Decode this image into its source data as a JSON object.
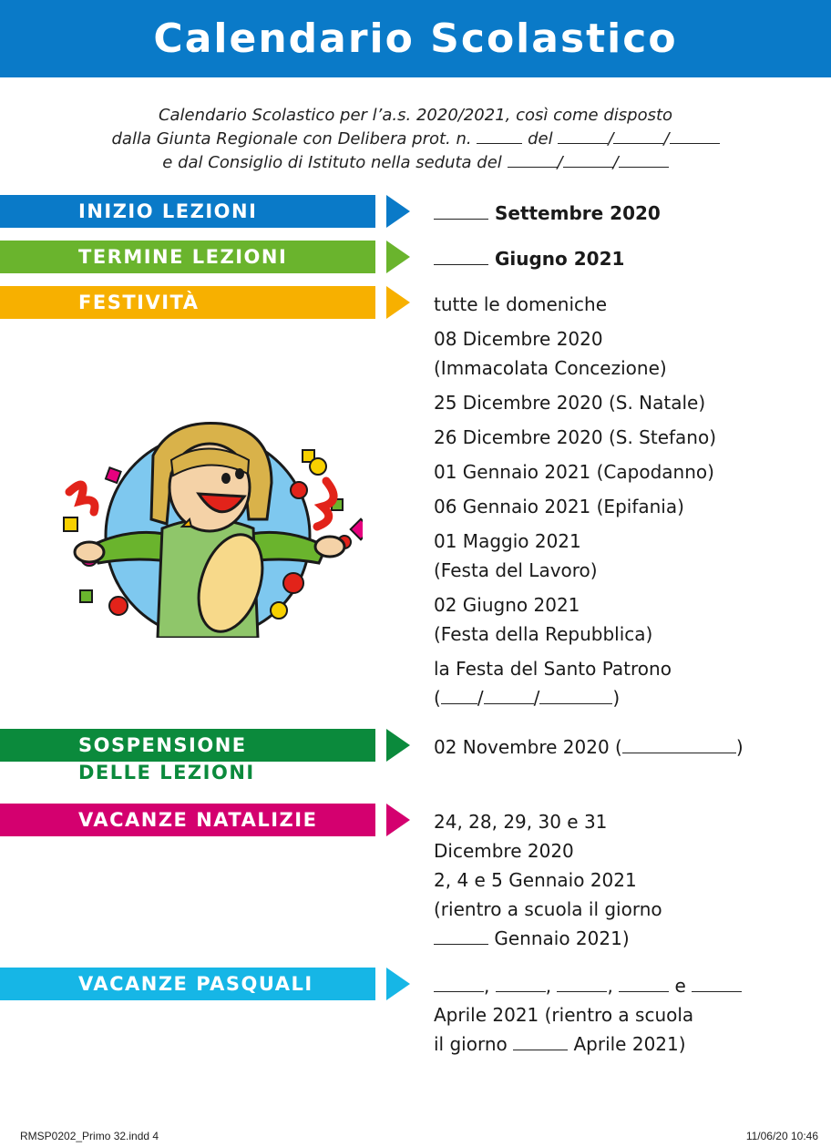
{
  "header": {
    "title": "Calendario Scolastico"
  },
  "intro": {
    "line1": "Calendario Scolastico per l’a.s. 2020/2021, così come disposto",
    "line2a": "dalla Giunta Regionale con Delibera prot. n.",
    "line2b": "del",
    "line3": "e dal Consiglio di Istituto nella seduta del",
    "slash": "/"
  },
  "sections": {
    "inizio": {
      "label": "INIZIO LEZIONI",
      "value": "Settembre 2020",
      "color": "#0a7ac8"
    },
    "termine": {
      "label": "TERMINE LEZIONI",
      "value": "Giugno 2021",
      "color": "#6ab42d"
    },
    "festivita": {
      "label": "FESTIVITÀ",
      "color": "#f7b000",
      "items": [
        "tutte le domeniche",
        "08 Dicembre 2020",
        "(Immacolata Concezione)",
        "25 Dicembre 2020 (S. Natale)",
        "26 Dicembre 2020 (S. Stefano)",
        "01 Gennaio 2021 (Capodanno)",
        "06 Gennaio 2021 (Epifania)",
        "01 Maggio 2021",
        "(Festa del Lavoro)",
        "02 Giugno 2021",
        "(Festa della Repubblica)",
        "la Festa del Santo Patrono"
      ],
      "open_paren": "(",
      "close_paren": ")"
    },
    "sospensione": {
      "label": "SOSPENSIONE",
      "label2": "DELLE LEZIONI",
      "color": "#0b8a3c",
      "value": "02 Novembre 2020 (",
      "close": ")"
    },
    "natalizie": {
      "label": "VACANZE NATALIZIE",
      "color": "#d4006f",
      "lines": [
        "24, 28, 29, 30 e 31",
        "Dicembre 2020",
        "2, 4 e 5 Gennaio 2021",
        "(rientro a scuola il giorno"
      ],
      "last": "Gennaio 2021)"
    },
    "pasquali": {
      "label": "VACANZE PASQUALI",
      "color": "#16b6e6",
      "sep1": ",",
      "sep_e": "e",
      "line2": "Aprile 2021 (rientro a scuola",
      "line3a": "il giorno",
      "line3b": "Aprile 2021)"
    }
  },
  "footer": {
    "left": "RMSP0202_Primo 32.indd   4",
    "right": "11/06/20   10:46"
  }
}
